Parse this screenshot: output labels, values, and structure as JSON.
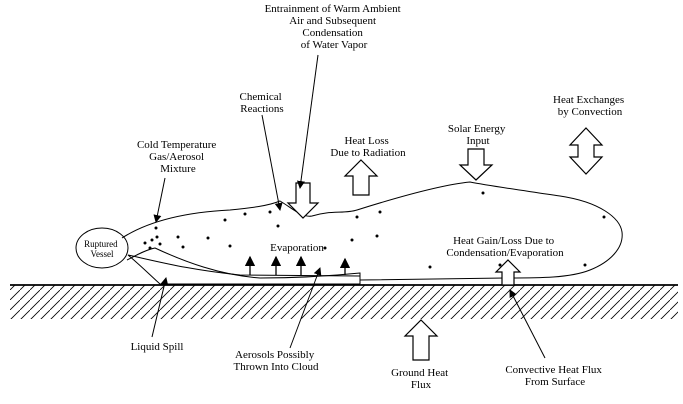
{
  "labels": {
    "entrainment": [
      "Entrainment of Warm Ambient",
      "Air and Subsequent",
      "Condensation",
      "of Water Vapor"
    ],
    "chemical": [
      "Chemical",
      "Reactions"
    ],
    "heat_loss_radiation": [
      "Heat Loss",
      "Due to Radiation"
    ],
    "solar": [
      "Solar Energy",
      "Input"
    ],
    "convection": [
      "Heat Exchanges",
      "by Convection"
    ],
    "cold_temp": [
      "Cold Temperature",
      "Gas/Aerosol",
      "Mixture"
    ],
    "vessel": [
      "Ruptured",
      "Vessel"
    ],
    "evaporation": "Evaporation",
    "condensation": [
      "Heat Gain/Loss Due to",
      "Condensation/Evaporation"
    ],
    "liquid_spill": "Liquid Spill",
    "aerosols": [
      "Aerosols Possibly",
      "Thrown Into Cloud"
    ],
    "ground_heat": [
      "Ground Heat",
      "Flux"
    ],
    "convective_flux": [
      "Convective Heat Flux",
      "From Surface"
    ]
  }
}
